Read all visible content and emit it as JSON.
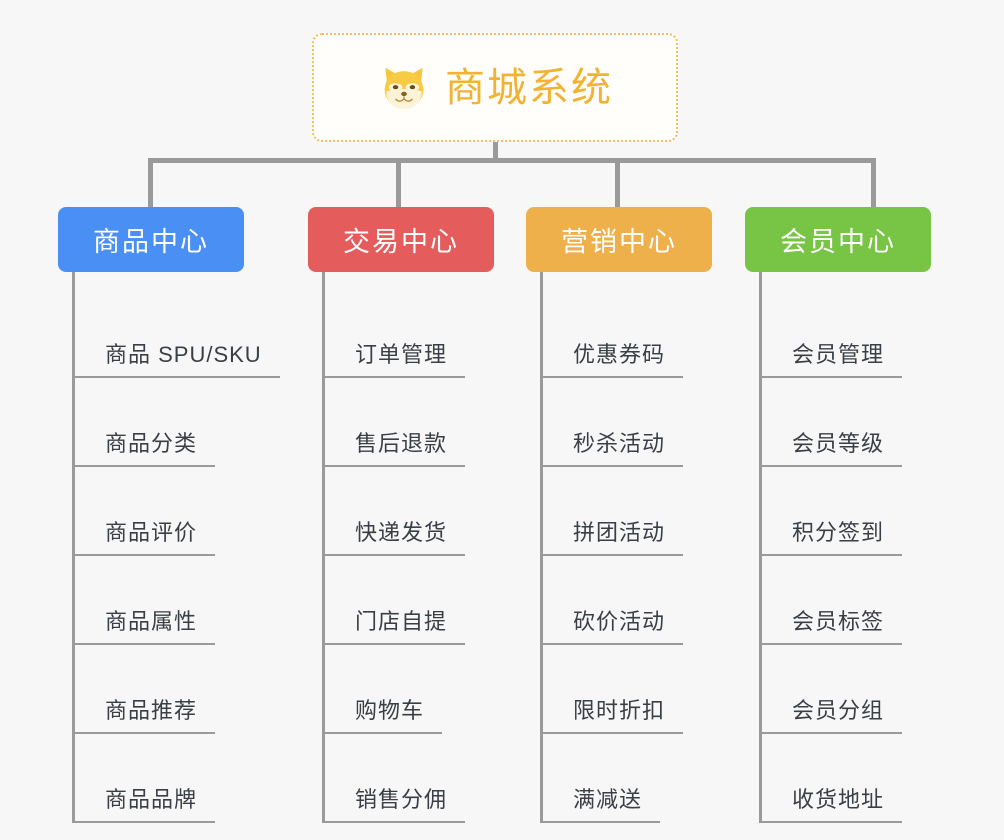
{
  "background_color": "#f7f7f7",
  "root": {
    "title": "商城系统",
    "icon": "shiba-dog-face-icon",
    "title_color": "#f2b333",
    "border_color": "#f0c060",
    "fill_color": "#fffefb"
  },
  "connector_color": "#9a9a9a",
  "branches": [
    {
      "label": "商品中心",
      "color": "#4a90f4",
      "items": [
        {
          "label": "商品 SPU/SKU"
        },
        {
          "label": "商品分类"
        },
        {
          "label": "商品评价"
        },
        {
          "label": "商品属性"
        },
        {
          "label": "商品推荐"
        },
        {
          "label": "商品品牌"
        }
      ]
    },
    {
      "label": "交易中心",
      "color": "#e45c5c",
      "items": [
        {
          "label": "订单管理"
        },
        {
          "label": "售后退款"
        },
        {
          "label": "快递发货"
        },
        {
          "label": "门店自提"
        },
        {
          "label": "购物车"
        },
        {
          "label": "销售分佣"
        }
      ]
    },
    {
      "label": "营销中心",
      "color": "#edb04a",
      "items": [
        {
          "label": "优惠券码"
        },
        {
          "label": "秒杀活动"
        },
        {
          "label": "拼团活动"
        },
        {
          "label": "砍价活动"
        },
        {
          "label": "限时折扣"
        },
        {
          "label": "满减送"
        }
      ]
    },
    {
      "label": "会员中心",
      "color": "#78c445",
      "items": [
        {
          "label": "会员管理"
        },
        {
          "label": "会员等级"
        },
        {
          "label": "积分签到"
        },
        {
          "label": "会员标签"
        },
        {
          "label": "会员分组"
        },
        {
          "label": "收货地址"
        }
      ]
    }
  ]
}
